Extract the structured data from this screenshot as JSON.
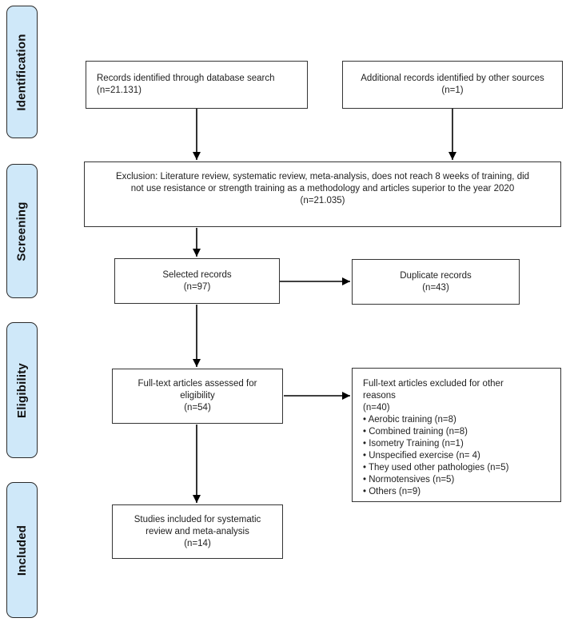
{
  "figure": {
    "kind": "PRISMA flow diagram",
    "colors": {
      "stage_fill": "#cfe8f9",
      "stage_border": "#2b2b2b",
      "box_border": "#343434",
      "arrow": "#000000",
      "background": "#ffffff",
      "text": "#1f1f1f"
    }
  },
  "stages": [
    {
      "label": "Identification"
    },
    {
      "label": "Screening"
    },
    {
      "label": "Eligibility"
    },
    {
      "label": "Included"
    }
  ],
  "boxes": {
    "records_identified": {
      "lines": [
        "Records identified through database search",
        "(n=21.131)"
      ]
    },
    "additional_records": {
      "lines": [
        "Additional records identified by other sources",
        "(n=1)"
      ]
    },
    "exclusion": {
      "lines": [
        "Exclusion: Literature review, systematic review, meta-analysis, does not reach 8 weeks of training, did",
        "not use resistance or strength training as a methodology and articles superior to the year 2020",
        "(n=21.035)"
      ]
    },
    "selected_records": {
      "lines": [
        "Selected records",
        "(n=97)"
      ]
    },
    "duplicate_records": {
      "lines": [
        "Duplicate records",
        "(n=43)"
      ]
    },
    "fulltext_assessed": {
      "lines": [
        "Full-text articles assessed for",
        "eligibility",
        "(n=54)"
      ]
    },
    "fulltext_excluded": {
      "lines": [
        "Full-text articles excluded for other",
        "reasons",
        "(n=40)",
        "• Aerobic training (n=8)",
        "• Combined training (n=8)",
        "• Isometry Training (n=1)",
        "• Unspecified exercise (n= 4)",
        "• They used other pathologies (n=5)",
        "• Normotensives (n=5)",
        "• Others (n=9)"
      ]
    },
    "studies_included": {
      "lines": [
        "Studies included for systematic",
        "review and meta-analysis",
        "(n=14)"
      ]
    }
  }
}
